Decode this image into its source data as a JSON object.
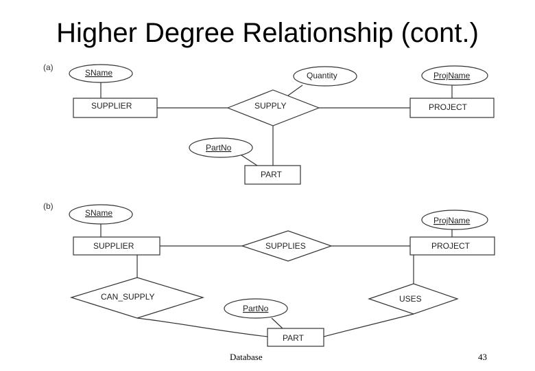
{
  "title": "Higher Degree Relationship (cont.)",
  "footer": {
    "left": "Database",
    "right": "43"
  },
  "diagram_a": {
    "label": "(a)",
    "sname": "SName",
    "quantity": "Quantity",
    "projname": "ProjName",
    "supplier": "SUPPLIER",
    "supply": "SUPPLY",
    "project": "PROJECT",
    "partno": "PartNo",
    "part": "PART"
  },
  "diagram_b": {
    "label": "(b)",
    "sname": "SName",
    "projname": "ProjName",
    "supplier": "SUPPLIER",
    "supplies": "SUPPLIES",
    "project": "PROJECT",
    "can_supply": "CAN_SUPPLY",
    "uses": "USES",
    "partno": "PartNo",
    "part": "PART"
  }
}
